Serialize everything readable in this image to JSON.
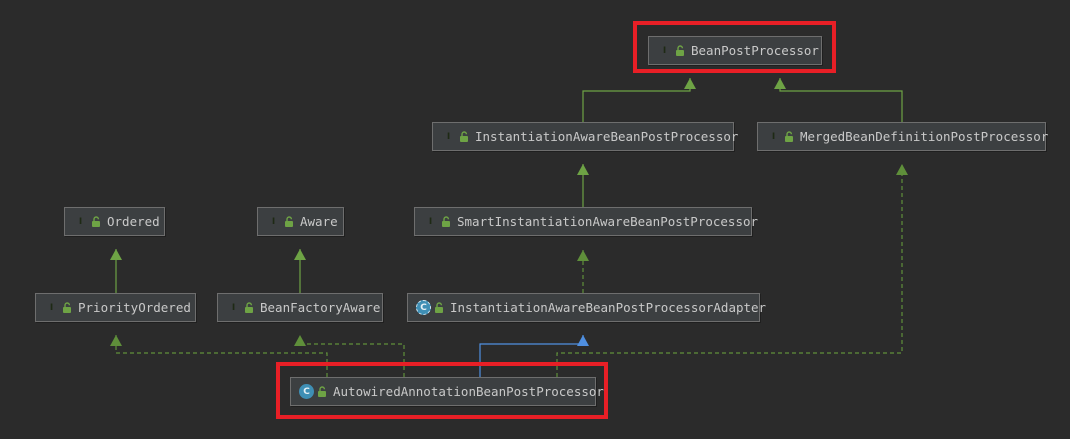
{
  "colors": {
    "background": "#2b2b2b",
    "node_fill": "#3c3f41",
    "interface_badge": "#5f8f3a",
    "class_badge": "#3f8fb5",
    "extends_edge": "#6ea345",
    "implements_edge": "#5f8f3a",
    "class_extends_edge": "#4f8fe0",
    "highlight": "#e81f26"
  },
  "nodes": [
    {
      "id": "bean_post_processor",
      "kind": "interface",
      "badge": "I",
      "label": "BeanPostProcessor",
      "highlighted": true
    },
    {
      "id": "instantiation_aware_bpp",
      "kind": "interface",
      "badge": "I",
      "label": "InstantiationAwareBeanPostProcessor"
    },
    {
      "id": "merged_bean_definition_pp",
      "kind": "interface",
      "badge": "I",
      "label": "MergedBeanDefinitionPostProcessor"
    },
    {
      "id": "ordered",
      "kind": "interface",
      "badge": "I",
      "label": "Ordered"
    },
    {
      "id": "aware",
      "kind": "interface",
      "badge": "I",
      "label": "Aware"
    },
    {
      "id": "smart_instantiation_aware_bpp",
      "kind": "interface",
      "badge": "I",
      "label": "SmartInstantiationAwareBeanPostProcessor"
    },
    {
      "id": "priority_ordered",
      "kind": "interface",
      "badge": "I",
      "label": "PriorityOrdered"
    },
    {
      "id": "bean_factory_aware",
      "kind": "interface",
      "badge": "I",
      "label": "BeanFactoryAware"
    },
    {
      "id": "instantiation_aware_bpp_adapter",
      "kind": "abstract-class",
      "badge": "C",
      "label": "InstantiationAwareBeanPostProcessorAdapter"
    },
    {
      "id": "autowired_annotation_bpp",
      "kind": "class",
      "badge": "C",
      "label": "AutowiredAnnotationBeanPostProcessor",
      "highlighted": true
    }
  ],
  "edges": [
    {
      "from": "instantiation_aware_bpp",
      "to": "bean_post_processor",
      "type": "extends"
    },
    {
      "from": "merged_bean_definition_pp",
      "to": "bean_post_processor",
      "type": "extends"
    },
    {
      "from": "smart_instantiation_aware_bpp",
      "to": "instantiation_aware_bpp",
      "type": "extends"
    },
    {
      "from": "priority_ordered",
      "to": "ordered",
      "type": "extends"
    },
    {
      "from": "bean_factory_aware",
      "to": "aware",
      "type": "extends"
    },
    {
      "from": "instantiation_aware_bpp_adapter",
      "to": "smart_instantiation_aware_bpp",
      "type": "implements"
    },
    {
      "from": "autowired_annotation_bpp",
      "to": "priority_ordered",
      "type": "implements"
    },
    {
      "from": "autowired_annotation_bpp",
      "to": "bean_factory_aware",
      "type": "implements"
    },
    {
      "from": "autowired_annotation_bpp",
      "to": "instantiation_aware_bpp_adapter",
      "type": "class-extends"
    },
    {
      "from": "autowired_annotation_bpp",
      "to": "merged_bean_definition_pp",
      "type": "implements"
    }
  ]
}
